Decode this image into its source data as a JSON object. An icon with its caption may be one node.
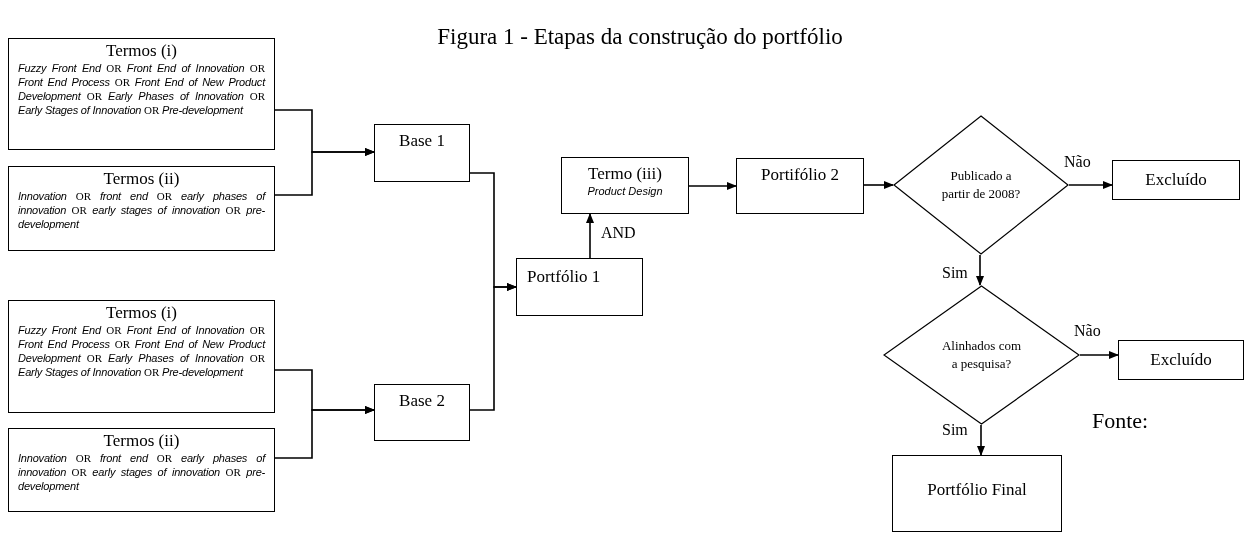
{
  "diagram": {
    "title": "Figura 1 - Etapas da construção do portfólio",
    "nodes": [
      {
        "text": [
          "Termos (i)",
          "*Fuzzy Front End* OR *Front End of Innovation* OR *Front End Process* OR *Front End of New Product Development* OR *Early Phases of Innovation* OR *Early Stages of Innovation* OR *Pre-development*"
        ]
      },
      {
        "text": [
          "Termos (ii)",
          "*Innovation* OR *front end* OR *early phases of innovation* OR *early stages of innovation* OR *pre-development*"
        ]
      },
      {
        "text": [
          "Base 1"
        ]
      },
      {
        "text": [
          "Termos (i)",
          "*Fuzzy Front End* OR *Front End of Innovation* OR *Front End Process* OR *Front End of New Product Development* OR *Early Phases of Innovation* OR *Early Stages of Innovation* OR *Pre-development*"
        ]
      },
      {
        "text": [
          "Termos (ii)",
          "*Innovation* OR *front end* OR *early phases of innovation* OR *early stages of innovation* OR *pre-development*"
        ]
      },
      {
        "text": [
          "Base 2"
        ]
      },
      {
        "text": [
          "Portfólio 1"
        ]
      },
      {
        "text": [
          "Termo (iii)",
          "*Product Design*"
        ]
      },
      {
        "text": [
          "Portifólio 2"
        ]
      },
      {
        "text": [
          "Publicado a partir de 2008?"
        ]
      },
      {
        "text": [
          "Excluído"
        ]
      },
      {
        "text": [
          "Alinhados com a pesquisa?"
        ]
      },
      {
        "text": [
          "Excluído"
        ]
      },
      {
        "text": [
          "Portfólio Final"
        ]
      }
    ],
    "edges": [
      {
        "from": 0,
        "to": 2,
        "arrow": "to"
      },
      {
        "from": 1,
        "to": 2,
        "arrow": "to"
      },
      {
        "from": 3,
        "to": 5,
        "arrow": "to"
      },
      {
        "from": 4,
        "to": 5,
        "arrow": "to"
      },
      {
        "from": 2,
        "to": 6,
        "arrow": "to"
      },
      {
        "from": 5,
        "to": 6,
        "arrow": "to"
      },
      {
        "from": 6,
        "to": 7,
        "arrow": "to",
        "label": "AND"
      },
      {
        "from": 7,
        "to": 8,
        "arrow": "to"
      },
      {
        "from": 8,
        "to": 9,
        "arrow": "to"
      },
      {
        "from": 9,
        "to": 10,
        "arrow": "to",
        "label": "Não"
      },
      {
        "from": 9,
        "to": 11,
        "arrow": "to",
        "label": "Sim"
      },
      {
        "from": 11,
        "to": 12,
        "arrow": "to",
        "label": "Não"
      },
      {
        "from": 11,
        "to": 13,
        "arrow": "to",
        "label": "Sim"
      }
    ],
    "labels": [
      "Fonte:"
    ]
  }
}
